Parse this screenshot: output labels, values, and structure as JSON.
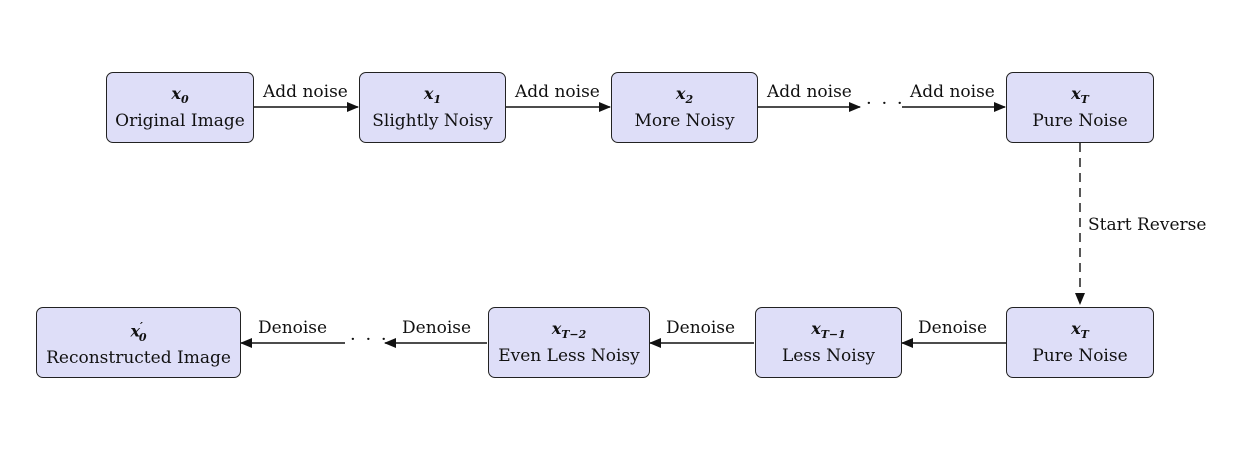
{
  "forward_nodes": [
    {
      "var": "x",
      "sub": "0",
      "label": "Original Image"
    },
    {
      "var": "x",
      "sub": "1",
      "label": "Slightly Noisy"
    },
    {
      "var": "x",
      "sub": "2",
      "label": "More Noisy"
    },
    {
      "var": "x",
      "sub": "T",
      "label": "Pure Noise"
    }
  ],
  "reverse_nodes": [
    {
      "var": "x",
      "sub": "T",
      "label": "Pure Noise"
    },
    {
      "var": "x",
      "sub": "T−1",
      "label": "Less Noisy"
    },
    {
      "var": "x",
      "sub": "T−2",
      "label": "Even Less Noisy"
    },
    {
      "var": "x",
      "sup": "′",
      "sub": "0",
      "label": "Reconstructed Image"
    }
  ],
  "edge_labels": {
    "forward": [
      "Add noise",
      "Add noise",
      "Add noise",
      "Add noise"
    ],
    "vertical": "Start Reverse",
    "reverse": [
      "Denoise",
      "Denoise",
      "Denoise",
      "Denoise"
    ]
  },
  "ellipsis": "· · ·"
}
